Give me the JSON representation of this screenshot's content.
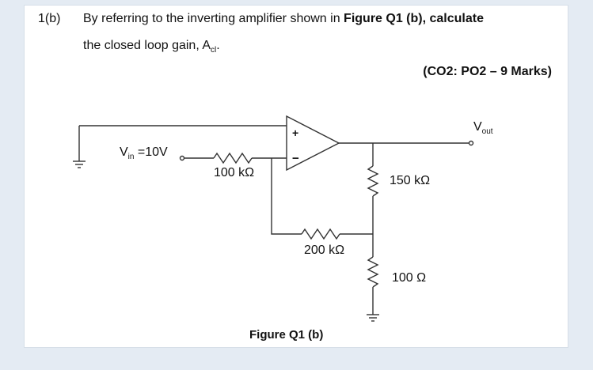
{
  "question": {
    "number": "1(b)",
    "line1_prefix": "By referring to the inverting amplifier shown in ",
    "line1_bold": "Figure Q1 (b), calculate",
    "line2_text": "the closed loop gain, A",
    "line2_sub": "cl",
    "line2_suffix": ".",
    "marks": "(CO2: PO2 – 9 Marks)"
  },
  "circuit": {
    "vin_label": "V",
    "vin_sub": "in",
    "vin_value": " =10V",
    "vout_label": "V",
    "vout_sub": "out",
    "r_input": "100 kΩ",
    "r_top_shunt": "150 kΩ",
    "r_feedback": "200 kΩ",
    "r_bottom_shunt": "100 Ω",
    "plus_sign": "+",
    "minus_sign": "−"
  },
  "caption": "Figure Q1 (b)"
}
